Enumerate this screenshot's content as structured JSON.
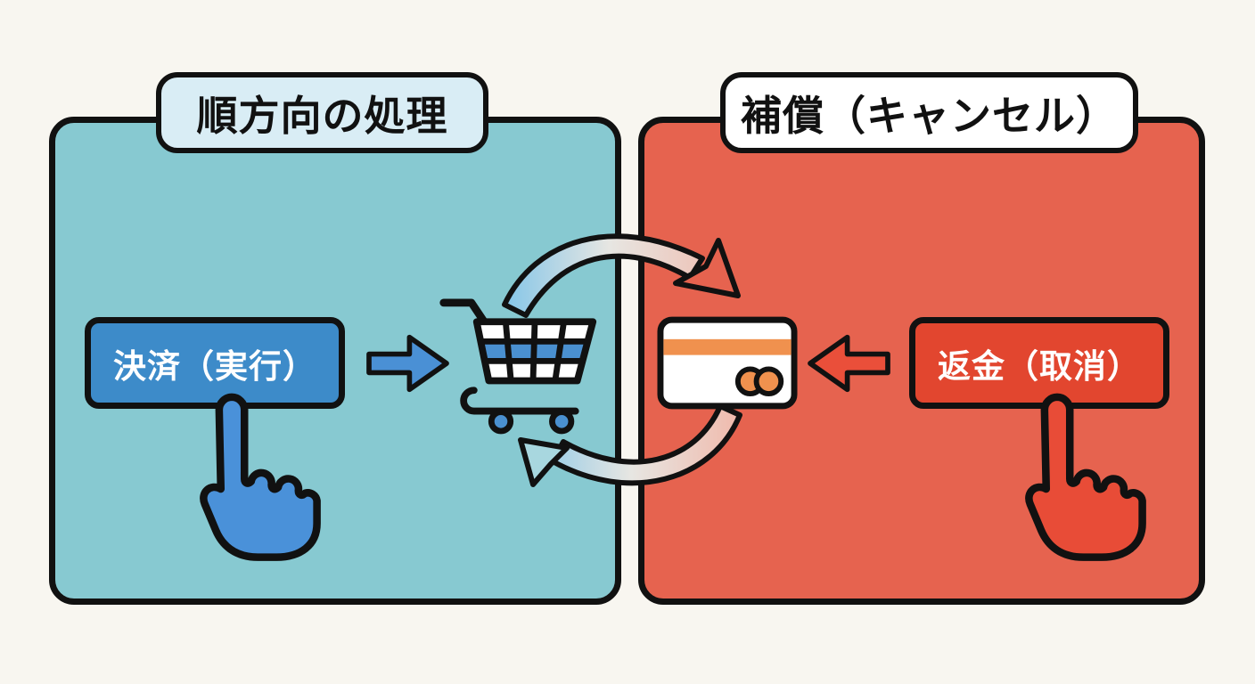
{
  "forward_panel": {
    "title": "順方向の処理",
    "button_label": "決済（実行）"
  },
  "compensation_panel": {
    "title": "補償（キャンセル）",
    "button_label": "返金（取消）"
  },
  "icons": {
    "shopping_cart": "shopping-cart-icon",
    "credit_card": "credit-card-icon",
    "forward_block_arrow": "forward-arrow-icon",
    "refund_block_arrow": "refund-arrow-icon",
    "cycle_arrow_forward": "cycle-arrow-forward-icon",
    "cycle_arrow_return": "cycle-arrow-return-icon",
    "pointer_hand_left": "pointer-hand-icon",
    "pointer_hand_right": "pointer-hand-icon"
  },
  "colors": {
    "page_bg": "#f8f6f0",
    "forward_panel_bg": "#87c9d1",
    "compensation_panel_bg": "#e6634f",
    "forward_title_bg": "#d9edf5",
    "compensation_title_bg": "#ffffff",
    "payment_button_bg": "#3d8bc9",
    "refund_button_bg": "#e2462f",
    "hand_blue": "#4a91d9",
    "hand_red": "#e84c37",
    "cart_accent_blue": "#4a90d0",
    "card_accent_orange": "#f0914e",
    "outline": "#111111"
  }
}
